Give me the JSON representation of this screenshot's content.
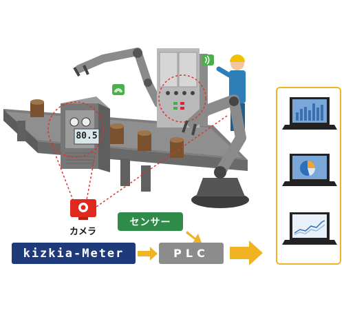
{
  "labels": {
    "camera": "カメラ",
    "sensor": "センサー",
    "kizkia_meter": "kizkia-Meter",
    "plc": "PLC",
    "meter_readout": "80.5"
  },
  "colors": {
    "sensor_green": "#2e8b4a",
    "kizkia_navy": "#1f3a7a",
    "plc_gray": "#8c8c8c",
    "arrow_yellow": "#f0b323",
    "camera_red": "#e0281e",
    "dotted_red": "#d9332b"
  },
  "icons": [
    "camera-icon",
    "wireless-signal-icon",
    "robot-arm-icon",
    "laptop-icon",
    "bar-chart-icon",
    "pie-chart-icon",
    "line-chart-icon",
    "worker-icon",
    "conveyor-belt-icon",
    "control-cabinet-icon"
  ]
}
